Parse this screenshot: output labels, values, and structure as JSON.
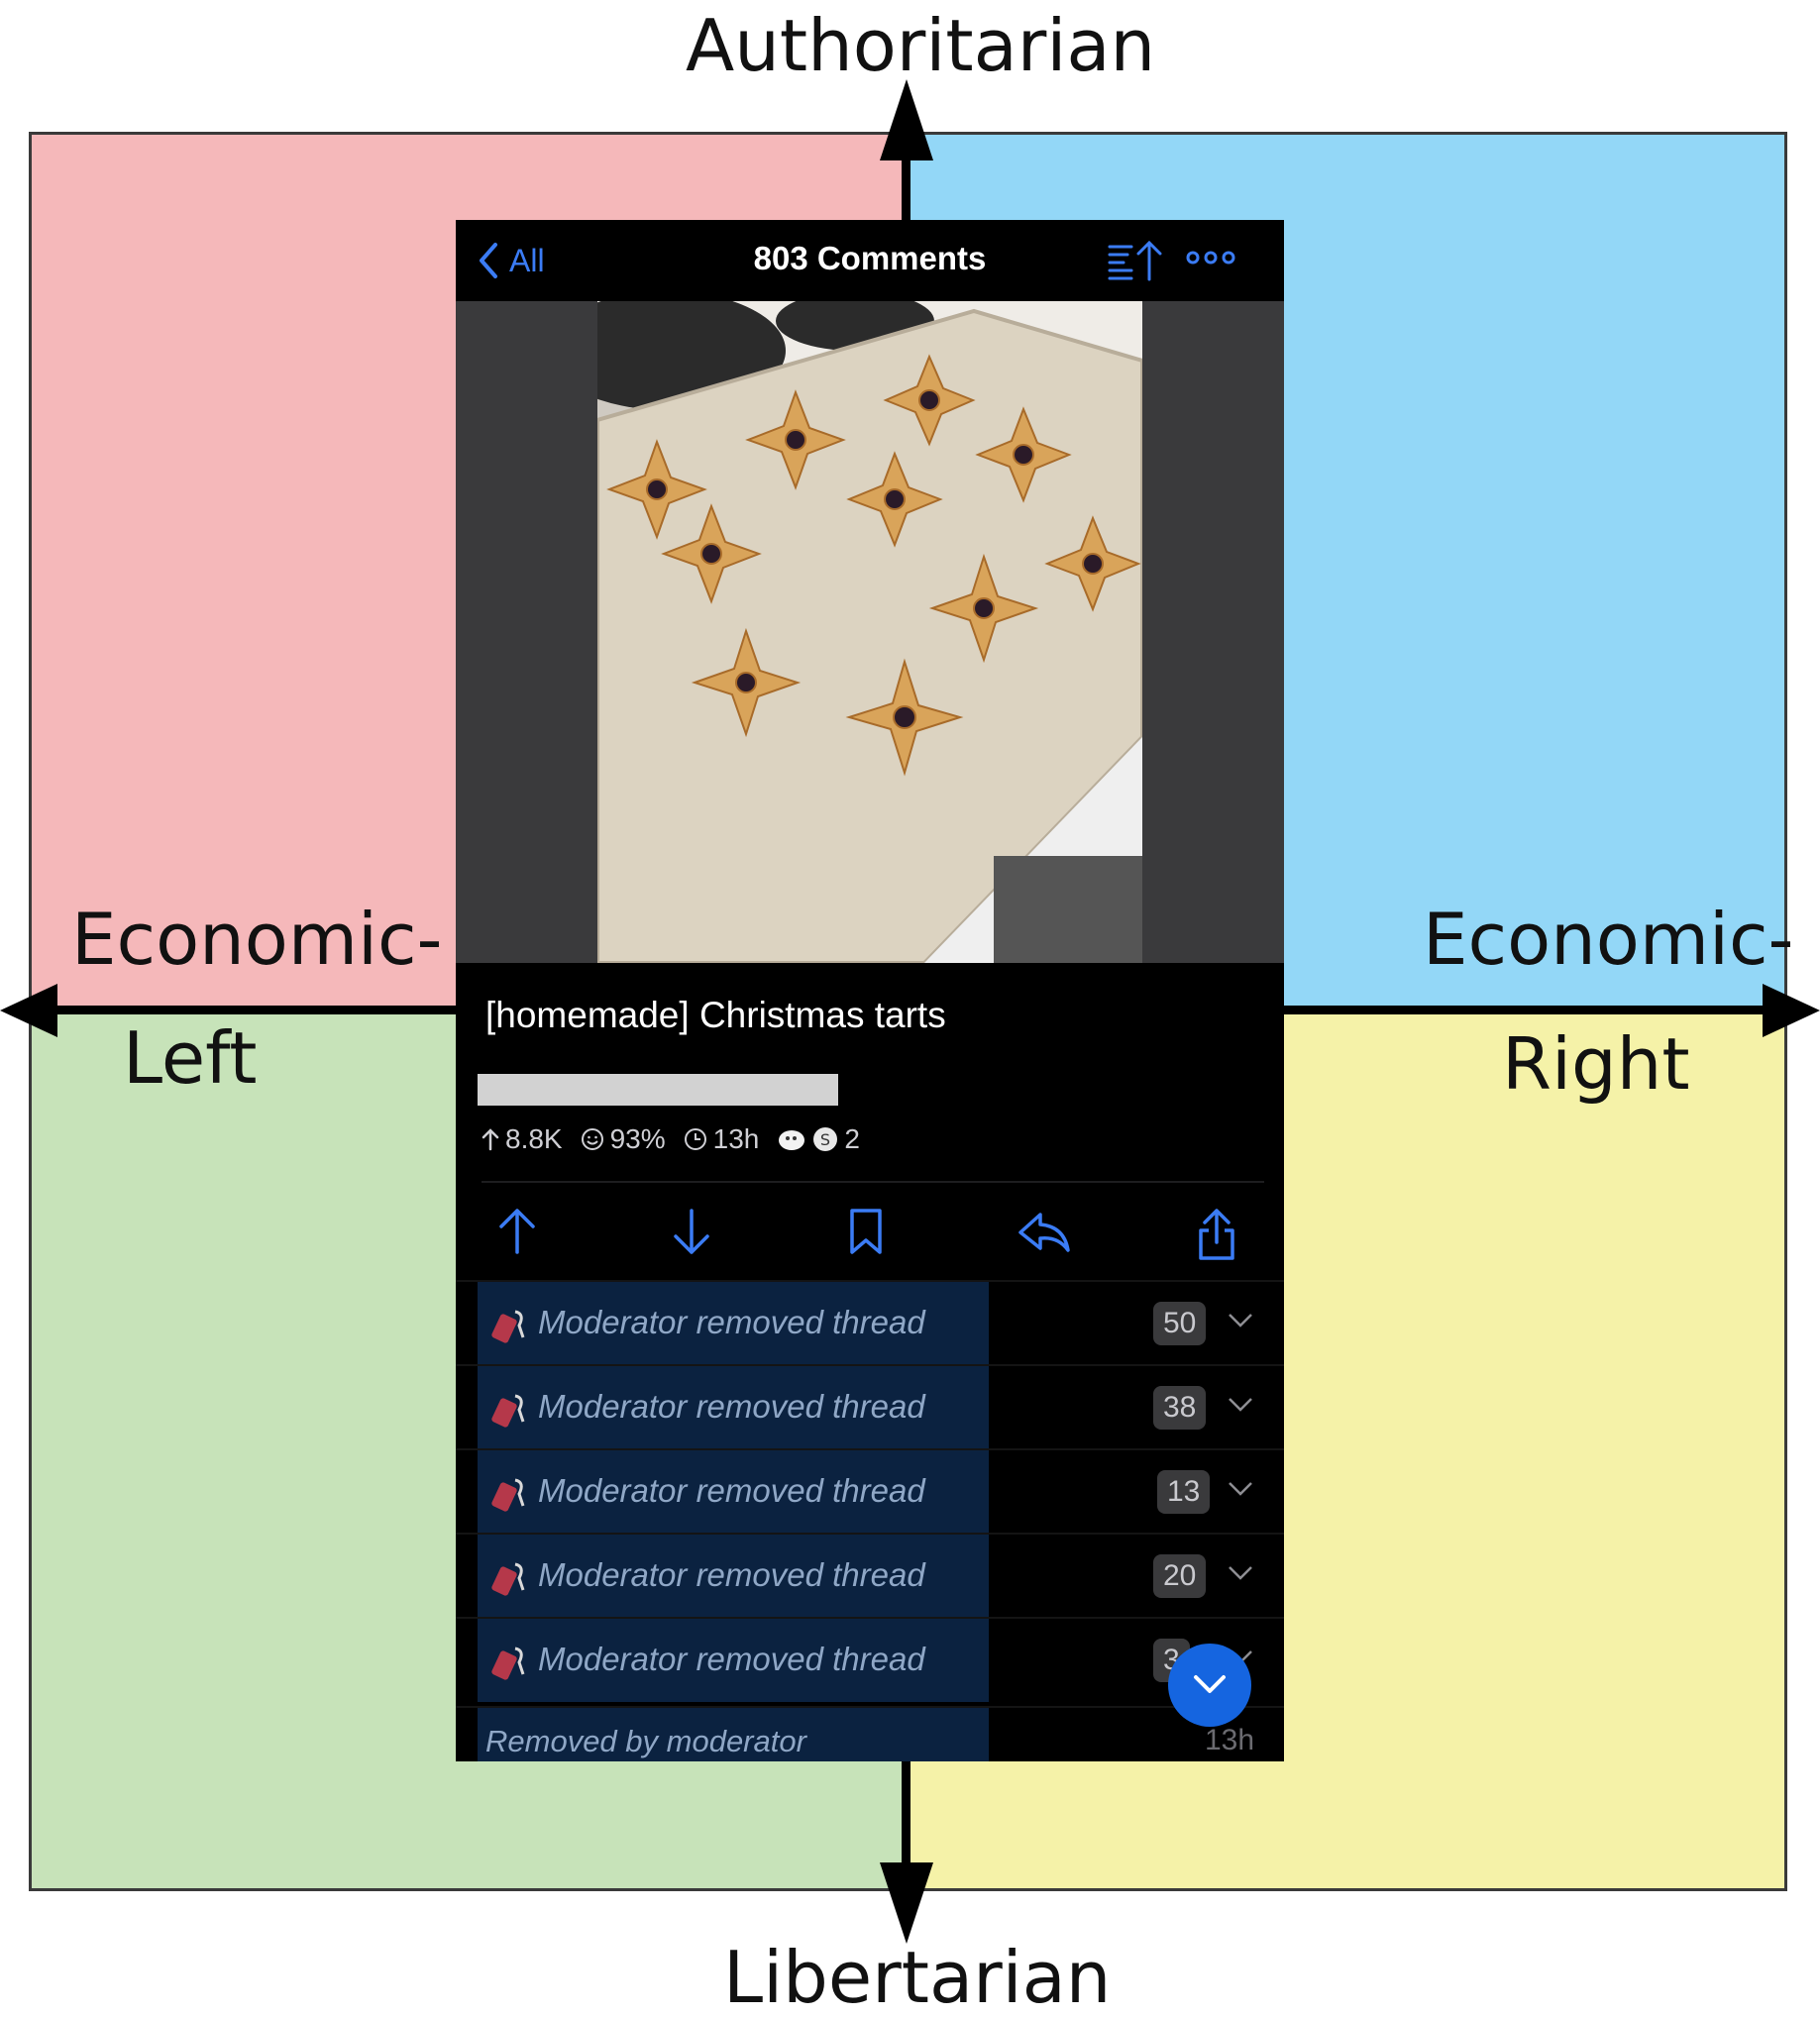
{
  "compass": {
    "top_label": "Authoritarian",
    "bottom_label": "Libertarian",
    "left_label_line1": "Economic-",
    "left_label_line2": "Left",
    "right_label_line1": "Economic-",
    "right_label_line2": "Right",
    "colors": {
      "auth_left": "#f5b8ba",
      "auth_right": "#93d7f7",
      "lib_left": "#c7e3b9",
      "lib_right": "#f5f2a8"
    }
  },
  "app": {
    "nav": {
      "back_label": "All",
      "title": "803 Comments",
      "sort_icon": "sort-icon",
      "more_icon": "ellipsis-icon"
    },
    "post": {
      "title": "[homemade] Christmas tarts",
      "upvotes": "8.8K",
      "upvote_ratio": "93%",
      "age": "13h",
      "awards_count": "2"
    },
    "actions": [
      "upvote-icon",
      "downvote-icon",
      "bookmark-icon",
      "reply-icon",
      "share-icon"
    ],
    "comments": [
      {
        "text": "Moderator removed thread",
        "count": "50"
      },
      {
        "text": "Moderator removed thread",
        "count": "38"
      },
      {
        "text": "Moderator removed thread",
        "count": "13"
      },
      {
        "text": "Moderator removed thread",
        "count": "20"
      },
      {
        "text": "Moderator removed thread",
        "count": "3"
      }
    ],
    "last_comment": {
      "text": "Removed by moderator",
      "time": "13h"
    },
    "accent_color": "#3b7cf5",
    "highlight_color": "#0b2240"
  }
}
